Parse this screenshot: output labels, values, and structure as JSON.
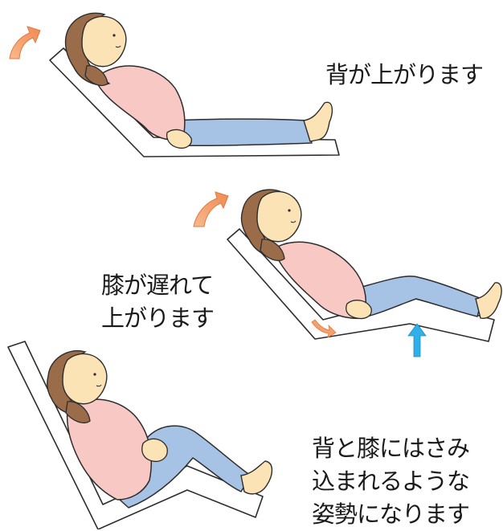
{
  "captions": {
    "step1": [
      "背が上がります"
    ],
    "step2": [
      "膝が遅れて",
      "上がります"
    ],
    "step3": [
      "背と膝にはさみ",
      "込まれるような",
      "姿勢になります"
    ]
  },
  "colors": {
    "skin": "#fbe3b6",
    "hair": "#9a6c49",
    "shirt": "#f8c9c4",
    "pants": "#a6c3e6",
    "outline": "#2d2d2d",
    "arrow_orange": "#f4a06f",
    "arrow_blue": "#2fb0e8",
    "bed": "#ffffff"
  }
}
